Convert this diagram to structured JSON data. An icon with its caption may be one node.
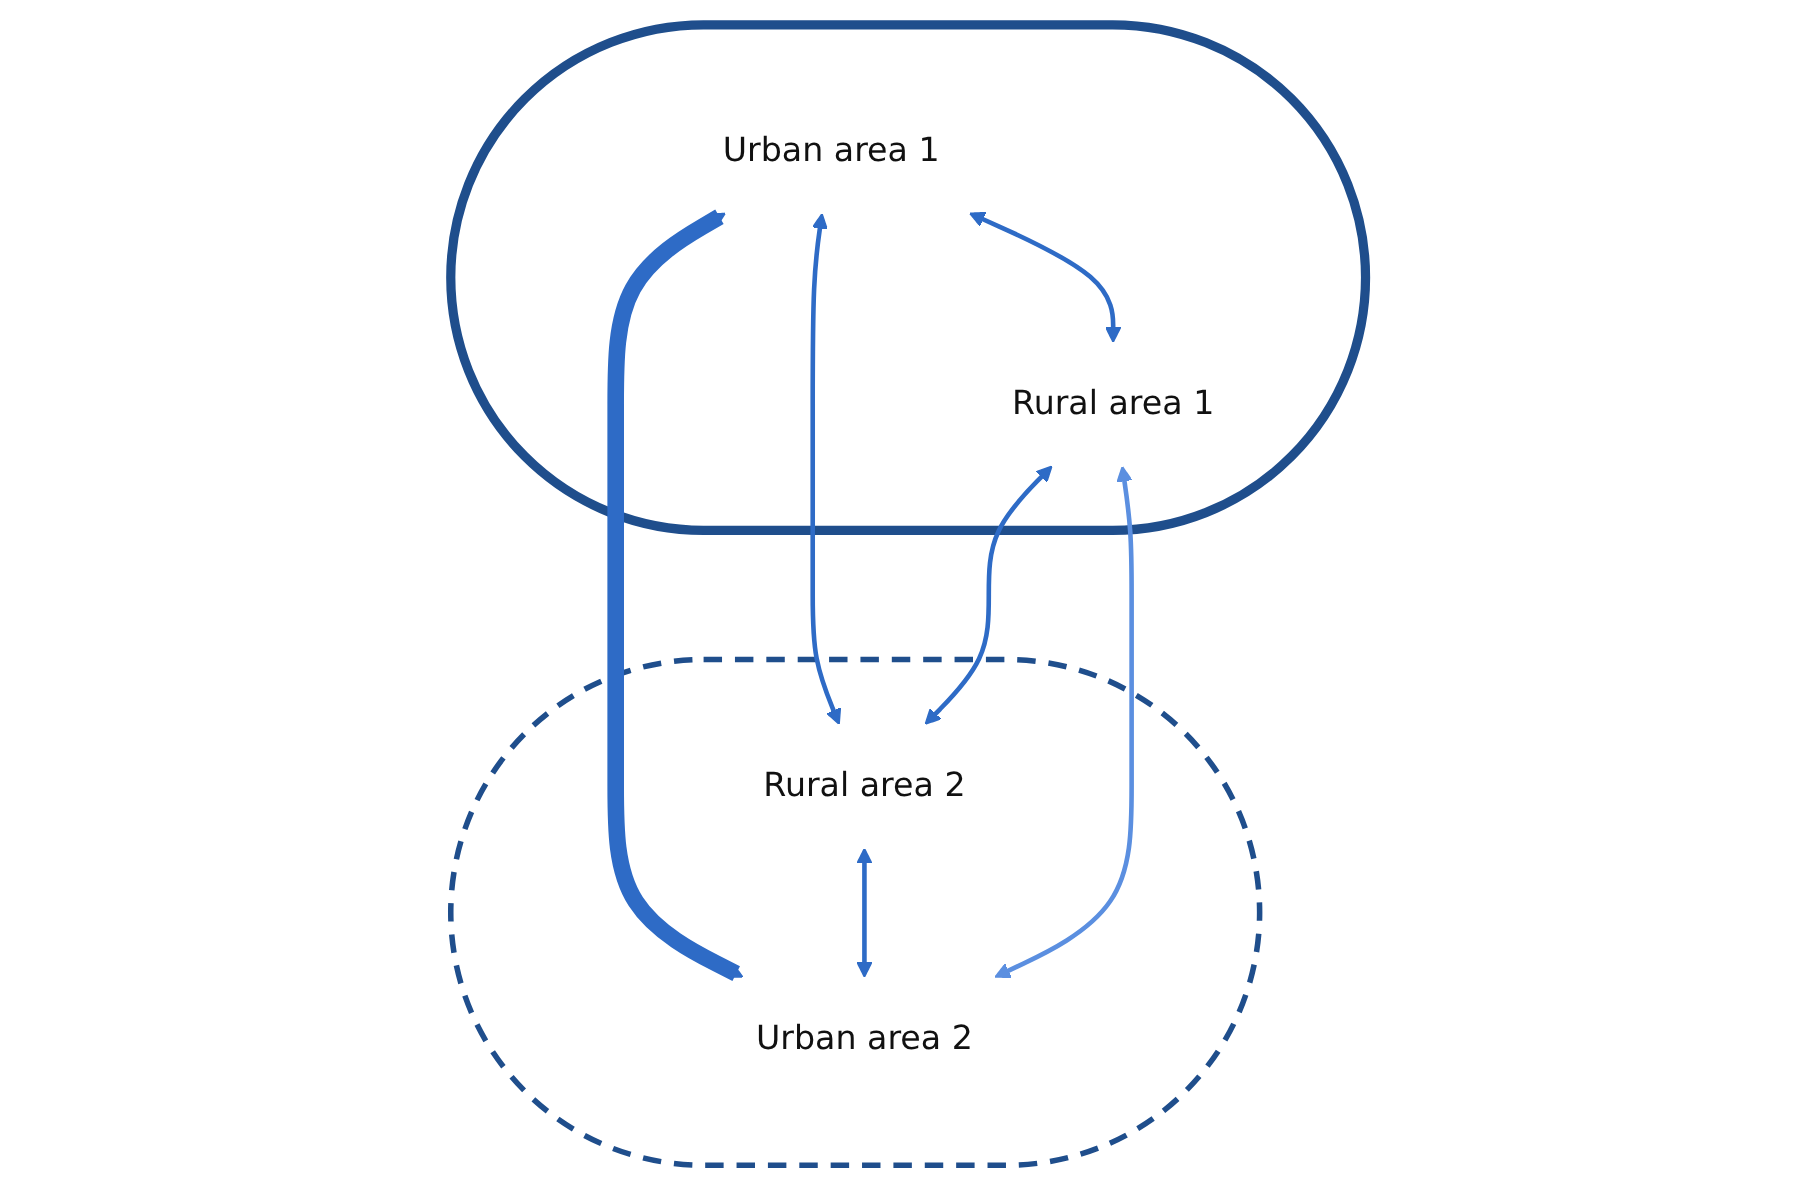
{
  "diagram": {
    "nodes": [
      {
        "text": [],
        "shape": "ellipse"
      },
      {
        "text": [
          "Urban area 1"
        ],
        "in": 0
      },
      {
        "text": [
          "Rural area 1"
        ],
        "in": 0
      },
      {
        "text": [],
        "shape": "ellipse"
      },
      {
        "text": [
          "Rural area 2"
        ],
        "in": 3
      },
      {
        "text": [
          "Urban area 2"
        ],
        "in": 3
      }
    ],
    "edges": [
      {
        "from": 1,
        "to": 2,
        "arrow": "both"
      },
      {
        "from": 1,
        "to": 5,
        "arrow": "both",
        "style": "thick"
      },
      {
        "from": 1,
        "to": 4,
        "arrow": "both"
      },
      {
        "from": 2,
        "to": 4,
        "arrow": "both"
      },
      {
        "from": 4,
        "to": 5,
        "arrow": "both"
      },
      {
        "from": 2,
        "to": 5,
        "arrow": "both",
        "color": "#5b8fe0"
      }
    ]
  }
}
